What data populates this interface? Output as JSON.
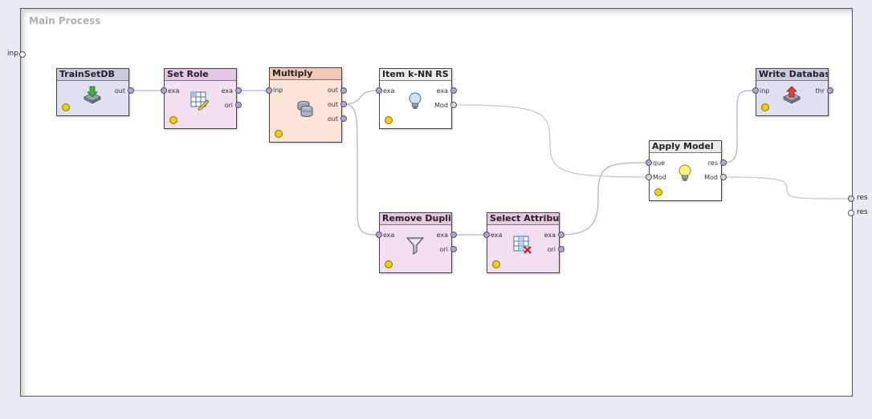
{
  "process": {
    "title": "Main Process"
  },
  "process_ports": {
    "inp": "inp",
    "res1": "res",
    "res2": "res"
  },
  "colors": {
    "retrieve": "#dfe0f0",
    "preprocess": "#f2dff0",
    "multiply": "#fde4d8",
    "model": "#ffffff",
    "wire": "#b0b0d8",
    "model_wire": "#c8c8c8"
  },
  "operators": {
    "trainset": {
      "title": "TrainSetDB",
      "out": "out",
      "icon": "database-import-icon"
    },
    "setrole": {
      "title": "Set Role",
      "exa_in": "exa",
      "exa_out": "exa",
      "ori": "ori",
      "icon": "table-edit-icon"
    },
    "multiply": {
      "title": "Multiply",
      "inp": "inp",
      "out1": "out",
      "out2": "out",
      "out3": "out",
      "icon": "database-stack-icon"
    },
    "knn": {
      "title": "Item k-NN RS",
      "exa_in": "exa",
      "exa_out": "exa",
      "mod": "Mod",
      "icon": "lightbulb-icon"
    },
    "removedup": {
      "title": "Remove Dupli...",
      "exa_in": "exa",
      "exa_out": "exa",
      "ori": "ori",
      "icon": "funnel-icon"
    },
    "selectattr": {
      "title": "Select Attribu...",
      "exa_in": "exa",
      "exa_out": "exa",
      "ori": "ori",
      "icon": "table-delete-icon"
    },
    "applymodel": {
      "title": "Apply Model",
      "que": "que",
      "mod_in": "Mod",
      "res": "res",
      "mod_out": "Mod",
      "icon": "lightbulb-icon"
    },
    "writedb": {
      "title": "Write Database",
      "inp": "inp",
      "thr": "thr",
      "icon": "database-export-icon"
    }
  }
}
